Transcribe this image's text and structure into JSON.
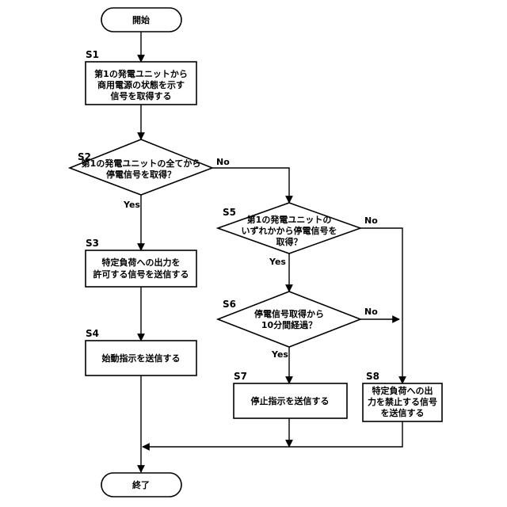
{
  "nodes": {
    "start": {
      "lines": [
        "開始"
      ]
    },
    "s1": {
      "step": "S1",
      "lines": [
        "第1の発電ユニットから",
        "商用電源の状態を示す",
        "信号を取得する"
      ]
    },
    "s2": {
      "step": "S2",
      "lines": [
        "第1の発電ユニットの全てから",
        "停電信号を取得？"
      ]
    },
    "s3": {
      "step": "S3",
      "lines": [
        "特定負荷への出力を",
        "許可する信号を送信する"
      ]
    },
    "s4": {
      "step": "S4",
      "lines": [
        "始動指示を送信する"
      ]
    },
    "s5": {
      "step": "S5",
      "lines": [
        "第1の発電ユニットの",
        "いずれかから停電信号を",
        "取得？"
      ]
    },
    "s6": {
      "step": "S6",
      "lines": [
        "停電信号取得から",
        "10分間経過？"
      ]
    },
    "s7": {
      "step": "S7",
      "lines": [
        "停止指示を送信する"
      ]
    },
    "s8": {
      "step": "S8",
      "lines": [
        "特定負荷への出",
        "力を禁止する信号",
        "を送信する"
      ]
    },
    "end": {
      "lines": [
        "終了"
      ]
    }
  },
  "branches": {
    "s2_yes": "Yes",
    "s2_no": "No",
    "s5_yes": "Yes",
    "s5_no": "No",
    "s6_yes": "Yes",
    "s6_no": "No"
  }
}
